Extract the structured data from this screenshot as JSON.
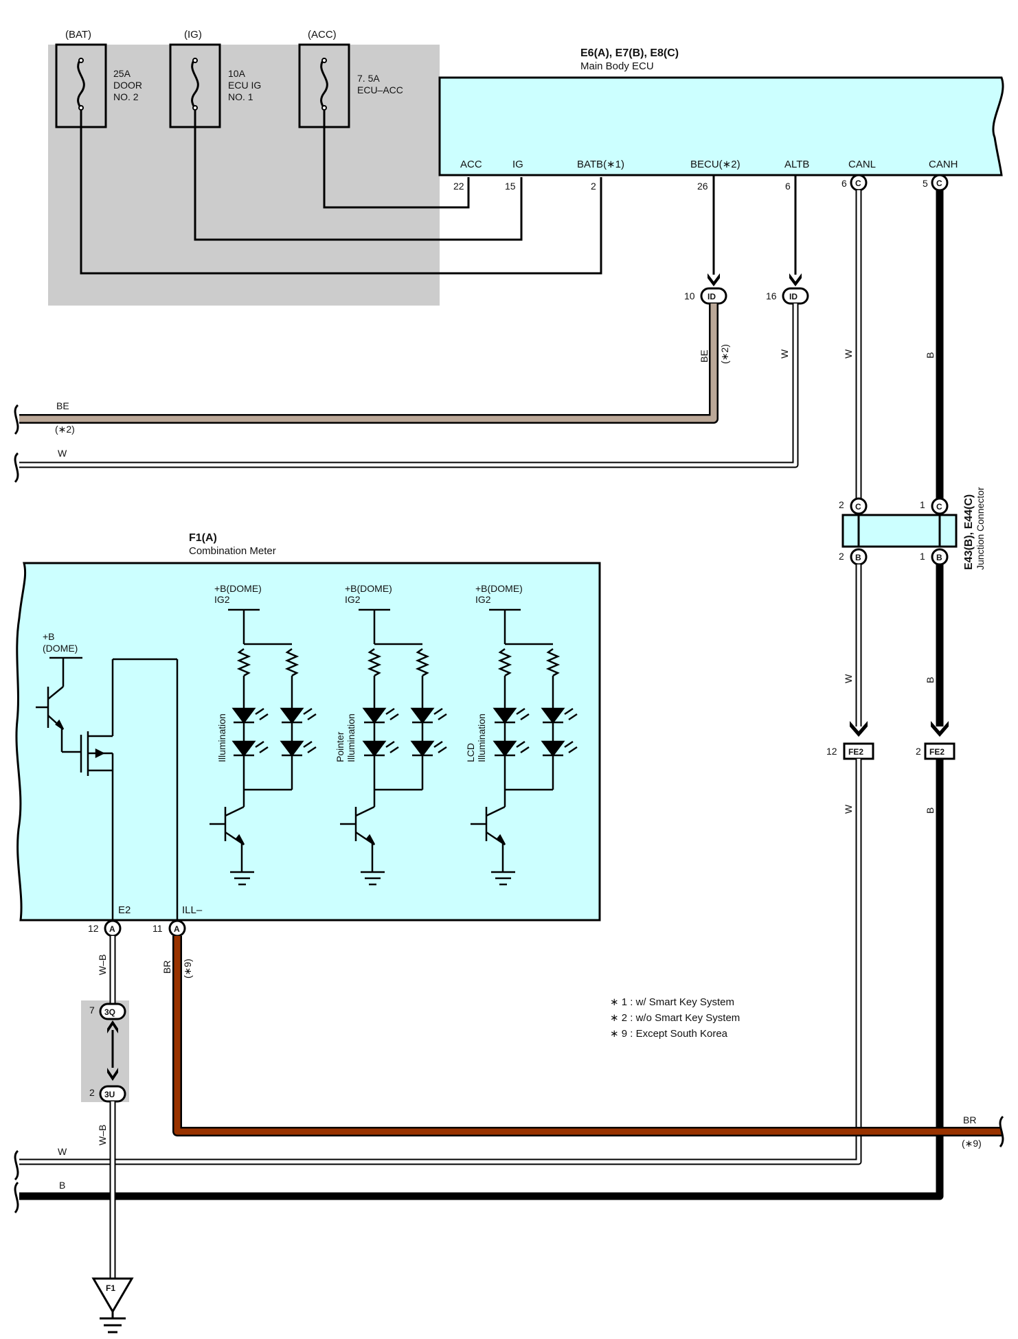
{
  "fuses": [
    {
      "source": "(BAT)",
      "rating": [
        "25A",
        "DOOR",
        "NO. 2"
      ]
    },
    {
      "source": "(IG)",
      "rating": [
        "10A",
        "ECU IG",
        "NO. 1"
      ]
    },
    {
      "source": "(ACC)",
      "rating": [
        "7. 5A",
        "ECU–ACC"
      ]
    }
  ],
  "main_ecu": {
    "code": "E6(A), E7(B), E8(C)",
    "name": "Main Body ECU",
    "terminals": [
      {
        "label": "ACC",
        "pin": "22"
      },
      {
        "label": "IG",
        "pin": "15"
      },
      {
        "label": "BATB(∗1)",
        "pin": "2"
      },
      {
        "label": "BECU(∗2)",
        "pin": "26"
      },
      {
        "label": "ALTB",
        "pin": "6"
      },
      {
        "label": "CANL",
        "pin": "6",
        "connector": "C"
      },
      {
        "label": "CANH",
        "pin": "5",
        "connector": "C"
      }
    ]
  },
  "id_connectors": [
    {
      "pin": "10",
      "code": "ID"
    },
    {
      "pin": "16",
      "code": "ID"
    }
  ],
  "wires": {
    "be": "BE",
    "be_note": "(∗2)",
    "w": "W",
    "b": "B",
    "wb": "W–B",
    "br": "BR",
    "br_note": "(∗9)"
  },
  "junction": {
    "code": "E43(B), E44(C)",
    "name": "Junction Connector",
    "pins_top": [
      {
        "pin": "2",
        "c": "C"
      },
      {
        "pin": "1",
        "c": "C"
      }
    ],
    "pins_bottom": [
      {
        "pin": "2",
        "c": "B"
      },
      {
        "pin": "1",
        "c": "B"
      }
    ]
  },
  "fe2": [
    {
      "pin": "12",
      "code": "FE2"
    },
    {
      "pin": "2",
      "code": "FE2"
    }
  ],
  "meter": {
    "code": "F1(A)",
    "name": "Combination Meter",
    "supply": [
      "+B",
      "(DOME)"
    ],
    "circuits": [
      {
        "supply": [
          "+B(DOME)",
          "IG2"
        ],
        "label": [
          "Illumination"
        ]
      },
      {
        "supply": [
          "+B(DOME)",
          "IG2"
        ],
        "label": [
          "Pointer",
          "Illumination"
        ]
      },
      {
        "supply": [
          "+B(DOME)",
          "IG2"
        ],
        "label": [
          "LCD",
          "Illumination"
        ]
      }
    ],
    "terminals": [
      {
        "label": "E2",
        "pin": "12",
        "c": "A"
      },
      {
        "label": "ILL–",
        "pin": "11",
        "c": "A"
      }
    ]
  },
  "inline_connectors": [
    {
      "pin": "7",
      "code": "3Q"
    },
    {
      "pin": "2",
      "code": "3U"
    }
  ],
  "ground": {
    "code": "F1"
  },
  "notes": [
    "∗ 1 : w/ Smart Key System",
    "∗ 2 : w/o Smart Key System",
    "∗ 9 : Except South Korea"
  ],
  "colors": {
    "ecu_fill": "#ccffff",
    "relay_block": "#cccccc",
    "wire_be": "#bba898",
    "wire_br": "#993300",
    "wire_b": "#000000"
  }
}
